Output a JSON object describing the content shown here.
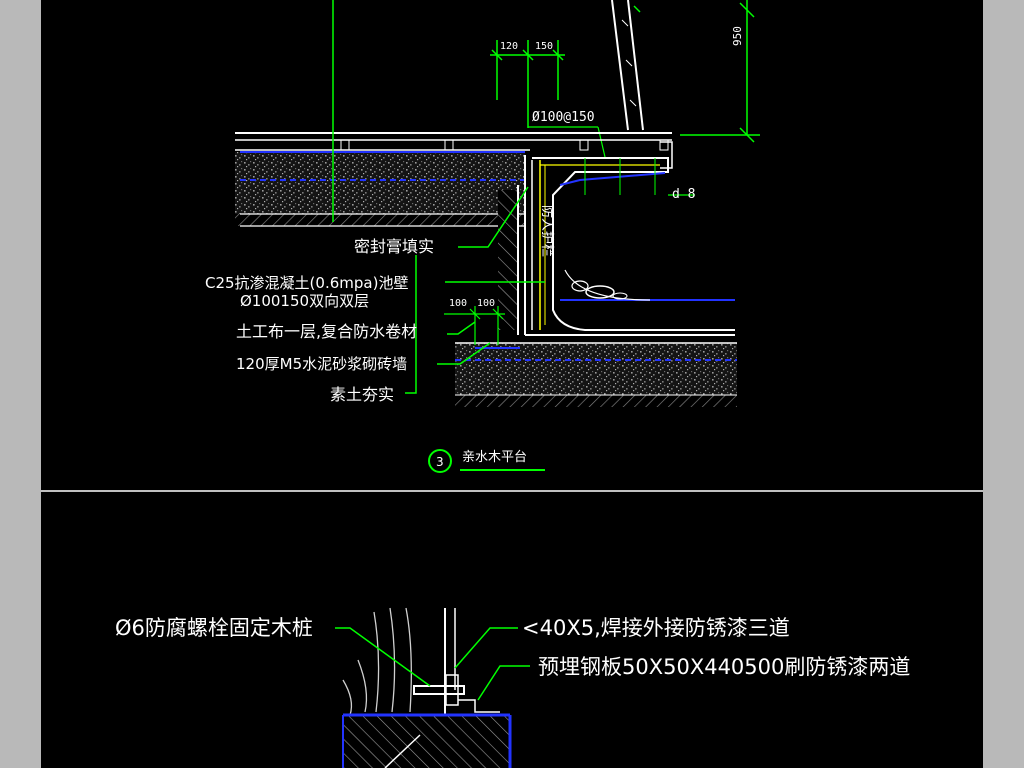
{
  "colors": {
    "page_border": "#b9b9b9",
    "background": "#000000",
    "leader": "#00ff00",
    "waterproof": "#2233ff",
    "structure": "#ffffff",
    "fill": "#8a8a8a"
  },
  "upper_detail": {
    "dimensions": {
      "d120": "120",
      "d150": "150",
      "d950": "950",
      "rebar": "Ø100@150",
      "d8": "d 8",
      "d100a": "100",
      "d100b": "100"
    },
    "vertical_label": "防人护栏",
    "callouts": [
      "密封膏填实",
      "C25抗渗混凝土(0.6mpa)池壁",
      "Ø100150双向双层",
      "土工布一层,复合防水卷材",
      "120厚M5水泥砂浆砌砖墙",
      "素土夯实"
    ],
    "section_number": "3",
    "section_title": "亲水木平台"
  },
  "lower_detail": {
    "callouts": [
      "Ø6防腐螺栓固定木桩",
      "<40X5,焊接外接防锈漆三道",
      "预埋钢板50X50X440500刷防锈漆两道"
    ]
  }
}
